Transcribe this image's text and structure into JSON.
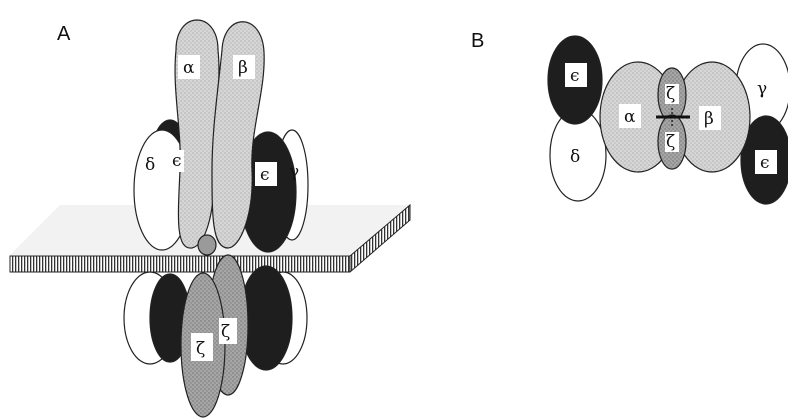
{
  "panels": {
    "a": {
      "label": "A",
      "subunits": {
        "alpha": "α",
        "beta": "β",
        "delta": "δ",
        "epsilon_left": "ϵ",
        "epsilon_right": "ϵ",
        "gamma": "γ",
        "zeta_front": "ζ",
        "zeta_back": "ζ"
      }
    },
    "b": {
      "label": "B",
      "subunits": {
        "epsilon_top_left": "ϵ",
        "delta": "δ",
        "alpha": "α",
        "zeta_top": "ζ",
        "zeta_bottom": "ζ",
        "beta": "β",
        "gamma": "γ",
        "epsilon_bottom_right": "ϵ"
      }
    }
  },
  "colors": {
    "light_stipple": "#d4d4d4",
    "dark": "#1e1e1e",
    "mid_gray": "#9a9a9a",
    "white": "#ffffff",
    "outline": "#222222"
  }
}
